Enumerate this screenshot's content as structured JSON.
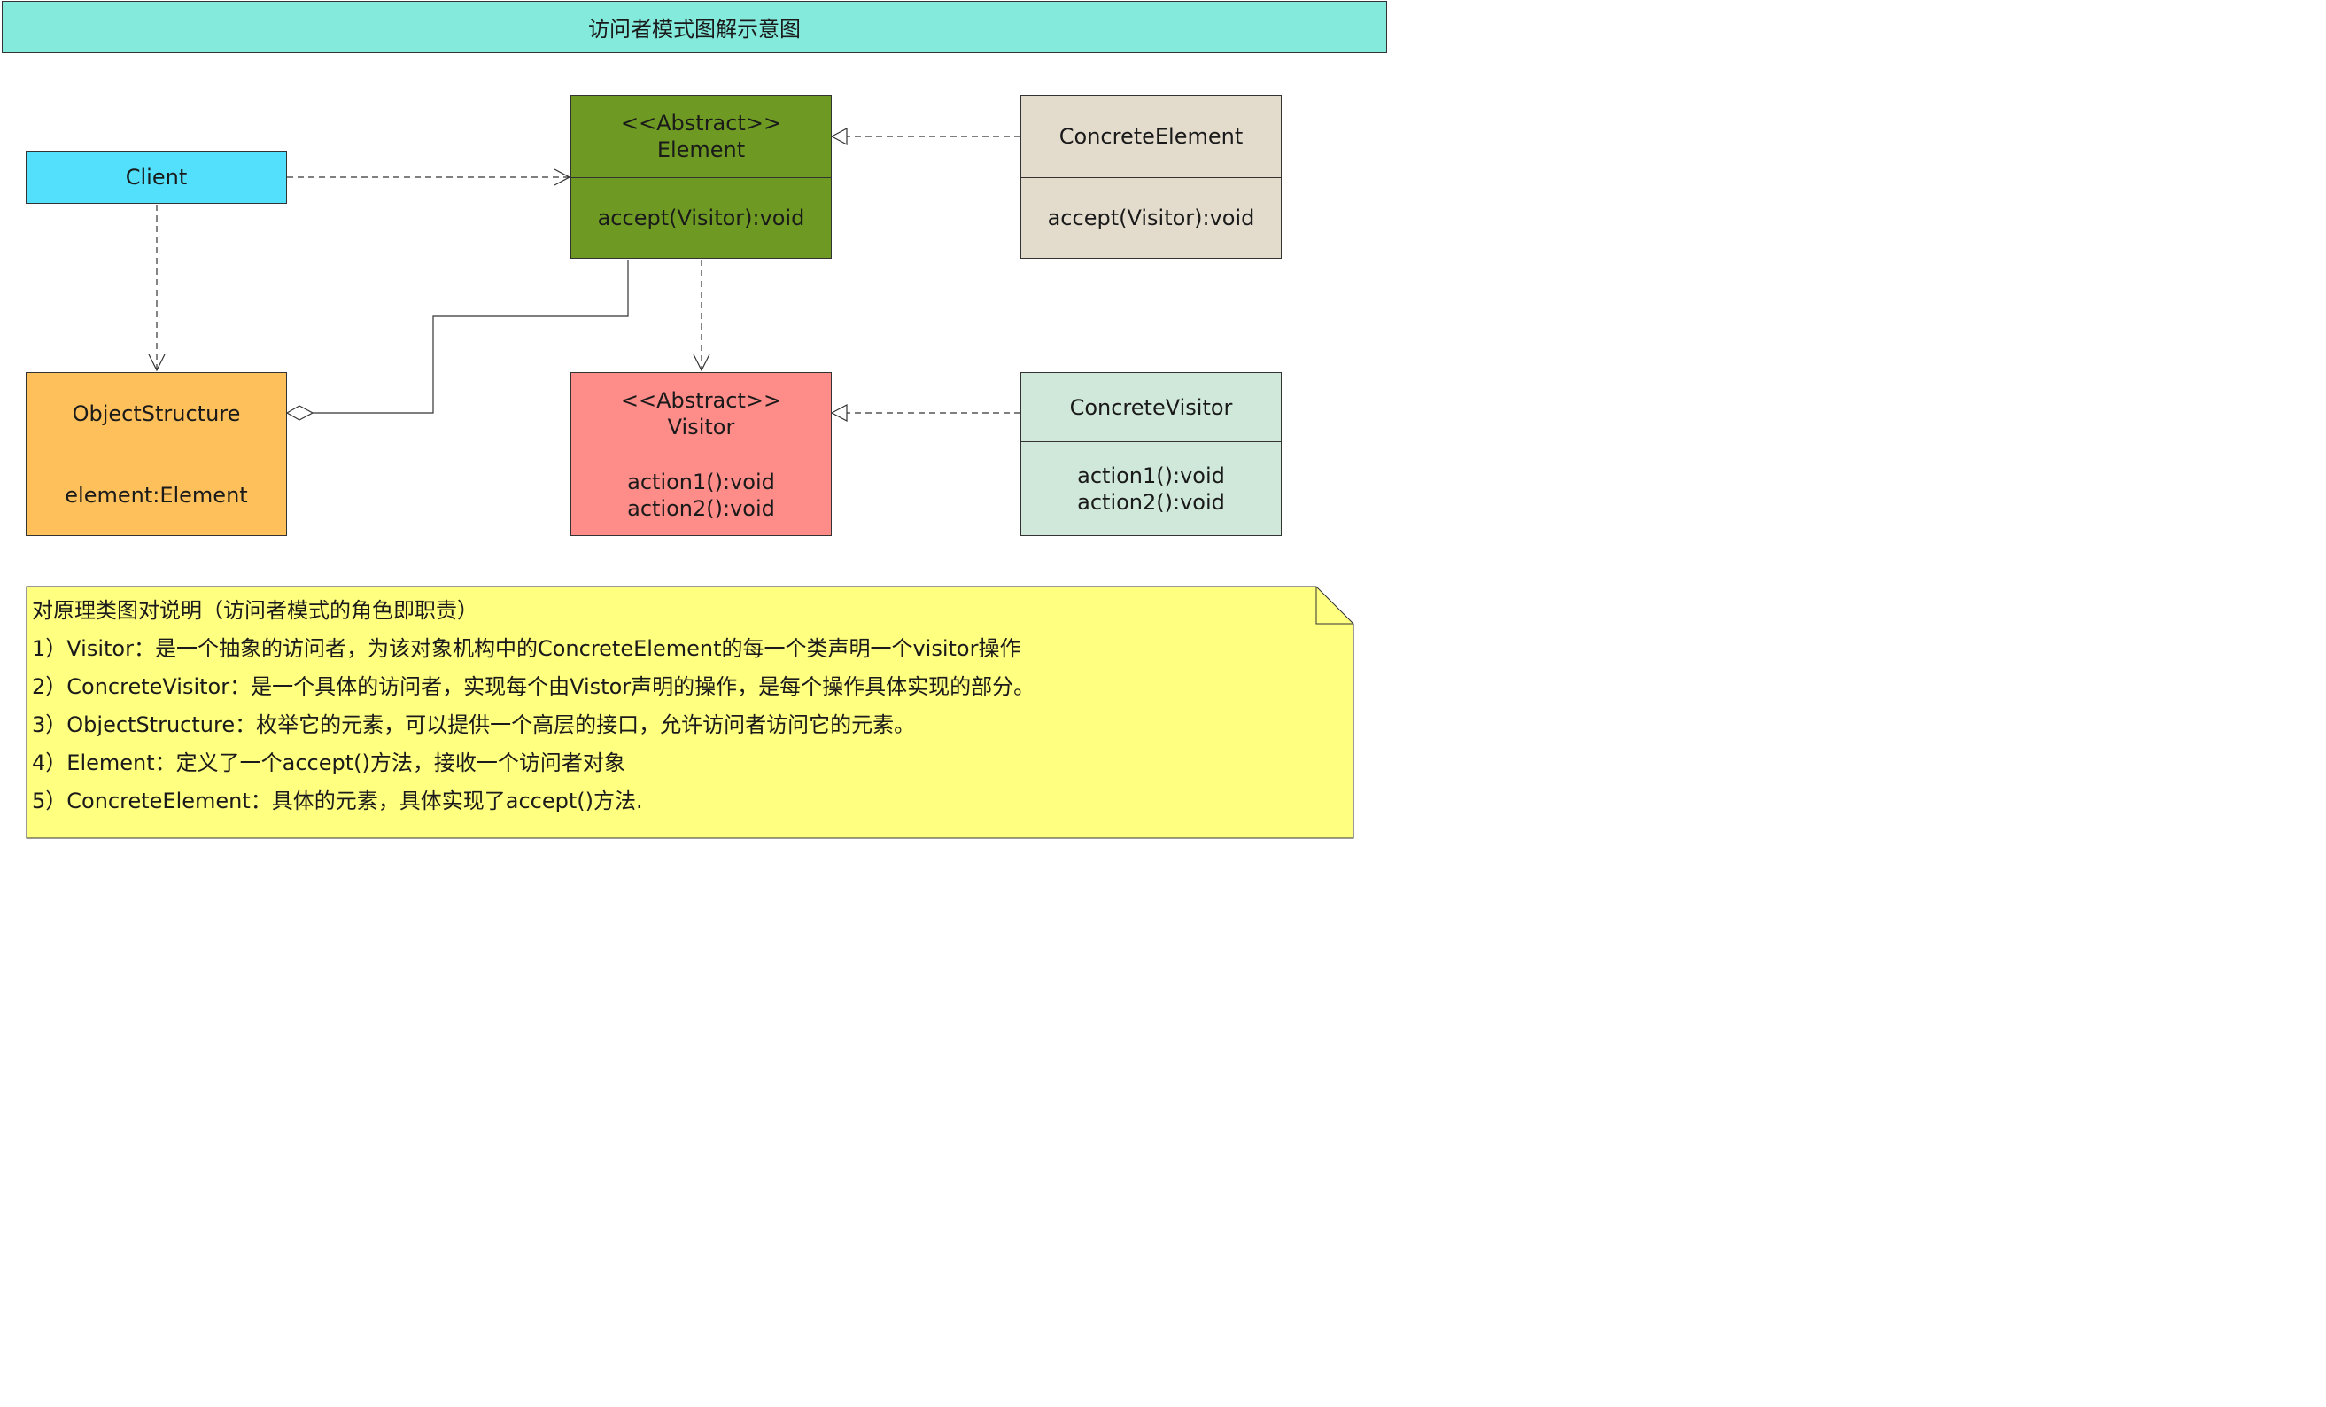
{
  "title": "访问者模式图解示意图",
  "colors": {
    "title_bg": "#84eadc",
    "client": "#52e0fc",
    "element": "#6e9a24",
    "concrete_element": "#e3dccc",
    "object_structure": "#fdc05a",
    "visitor": "#fe8c89",
    "concrete_visitor": "#cfe8da",
    "note": "#ffff80"
  },
  "classes": {
    "client": {
      "name": "Client"
    },
    "element": {
      "stereotype": "<<Abstract>>",
      "name": "Element",
      "members": [
        "accept(Visitor):void"
      ]
    },
    "concrete_element": {
      "name": "ConcreteElement",
      "members": [
        "accept(Visitor):void"
      ]
    },
    "object_structure": {
      "name": "ObjectStructure",
      "members": [
        "element:Element"
      ]
    },
    "visitor": {
      "stereotype": "<<Abstract>>",
      "name": "Visitor",
      "members": [
        "action1():void",
        "action2():void"
      ]
    },
    "concrete_visitor": {
      "name": "ConcreteVisitor",
      "members": [
        "action1():void",
        "action2():void"
      ]
    }
  },
  "note": {
    "heading": "对原理类图对说明（访问者模式的角色即职责）",
    "lines": [
      {
        "num": "1）",
        "term": "Visitor",
        "text": "：是一个抽象的访问者，为该对象机构中的ConcreteElement的每一个类声明一个visitor操作"
      },
      {
        "num": "2）",
        "term": "ConcreteVisitor",
        "text": "：是一个具体的访问者，实现每个由Vistor声明的操作，是每个操作具体实现的部分。"
      },
      {
        "num": "3）",
        "term": "ObjectStructure",
        "text": "：枚举它的元素，可以提供一个高层的接口，允许访问者访问它的元素。"
      },
      {
        "num": "4）",
        "term": "Element",
        "text": "：定义了一个accept()方法，接收一个访问者对象"
      },
      {
        "num": "5）",
        "term": "ConcreteElement",
        "text": "：具体的元素，具体实现了accept()方法."
      }
    ]
  }
}
